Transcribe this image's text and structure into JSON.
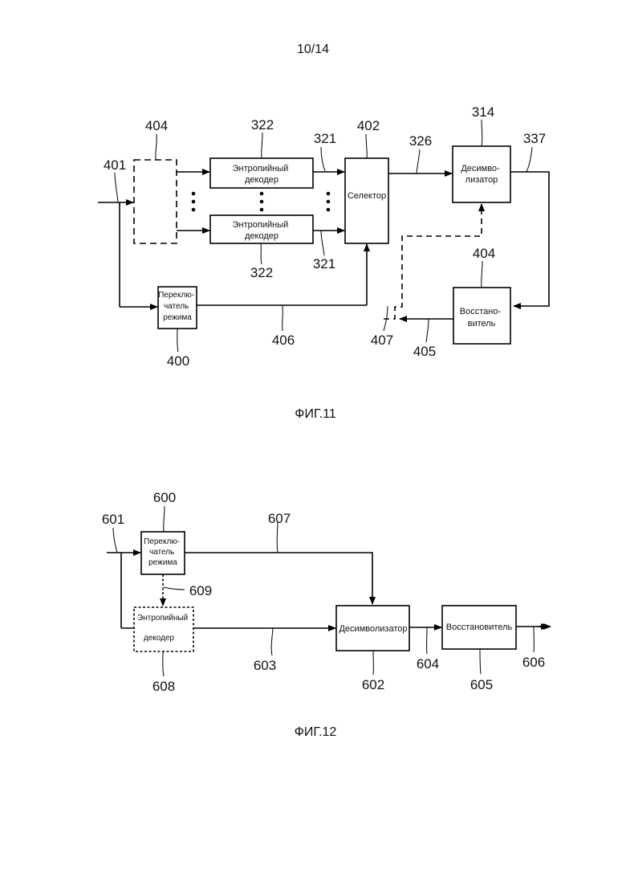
{
  "page_number": "10/14",
  "fig11": {
    "caption": "ФИГ.11",
    "blocks": {
      "entropy_decoder_top": [
        "Энтропийный",
        "декодер"
      ],
      "entropy_decoder_bottom": [
        "Энтропийный",
        "декодер"
      ],
      "selector": "Селектор",
      "desymbolizer": [
        "Десимво-",
        "лизатор"
      ],
      "restorer": [
        "Восстано-",
        "витель"
      ],
      "mode_switch": [
        "Переклю-",
        "чатель",
        "режима"
      ]
    },
    "refs": {
      "r404_top": "404",
      "r322_top": "322",
      "r321_top": "321",
      "r402": "402",
      "r326": "326",
      "r314": "314",
      "r337": "337",
      "r401": "401",
      "r404_right": "404",
      "r322_bottom": "322",
      "r321_bottom": "321",
      "r406": "406",
      "r407": "407",
      "r405": "405",
      "r400": "400"
    }
  },
  "fig12": {
    "caption": "ФИГ.12",
    "blocks": {
      "mode_switch": [
        "Переклю-",
        "чатель",
        "режима"
      ],
      "entropy_decoder": [
        "Энтропийный",
        "декодер"
      ],
      "desymbolizer": "Десимволизатор",
      "restorer": "Восстановитель"
    },
    "refs": {
      "r601": "601",
      "r600": "600",
      "r607": "607",
      "r609": "609",
      "r608": "608",
      "r603": "603",
      "r602": "602",
      "r604": "604",
      "r605": "605",
      "r606": "606"
    }
  }
}
